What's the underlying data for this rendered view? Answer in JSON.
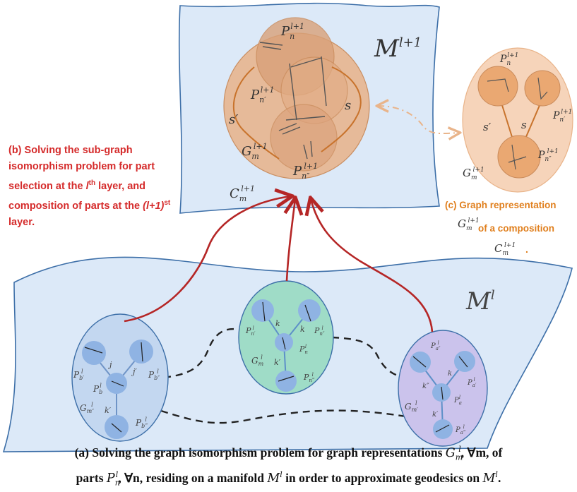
{
  "manifolds": {
    "upper": {
      "label_base": "M",
      "label_sup": "l+1"
    },
    "lower": {
      "label_base": "M",
      "label_sup": "l"
    }
  },
  "upper_graph": {
    "parts": [
      {
        "base": "P",
        "sub": "n",
        "sup": "l+1"
      },
      {
        "base": "P",
        "sub": "n′",
        "sup": "l+1"
      },
      {
        "base": "P",
        "sub": "n″",
        "sup": "l+1"
      }
    ],
    "edges": [
      "s′",
      "s"
    ],
    "graph_label": {
      "base": "G",
      "sub": "m",
      "sup": "l+1"
    },
    "composition_label": {
      "base": "C",
      "sub": "m",
      "sup": "l+1"
    }
  },
  "panel_c": {
    "parts": [
      {
        "base": "P",
        "sub": "n",
        "sup": "l+1"
      },
      {
        "base": "P",
        "sub": "n′",
        "sup": "l+1"
      },
      {
        "base": "P",
        "sub": "n″",
        "sup": "l+1"
      }
    ],
    "edges": [
      "s′",
      "s"
    ],
    "graph_label": {
      "base": "G",
      "sub": "m",
      "sup": "l+1"
    },
    "title_line1": "(c) Graph representation",
    "title_line2": "of a composition",
    "inline_graph": {
      "base": "G",
      "sub": "m",
      "sup": "l+1"
    },
    "inline_comp": {
      "base": "C",
      "sub": "m",
      "sup": "l+1"
    },
    "period": "."
  },
  "lower_graphs": [
    {
      "name": "blue",
      "nodes": [
        {
          "base": "P",
          "sub": "b′",
          "sup": "l"
        },
        {
          "base": "P",
          "sub": "b",
          "sup": "l"
        },
        {
          "base": "P",
          "sub": "b″",
          "sup": "l"
        },
        {
          "base": "P",
          "sub": "b‴",
          "sup": "l"
        }
      ],
      "edges": [
        "j",
        "j′",
        "k′"
      ],
      "graph_label": {
        "base": "G",
        "sub": "m″",
        "sup": "l"
      }
    },
    {
      "name": "green",
      "nodes": [
        {
          "base": "P",
          "sub": "n′",
          "sup": "l"
        },
        {
          "base": "P",
          "sub": "n″",
          "sup": "l"
        },
        {
          "base": "P",
          "sub": "n",
          "sup": "l"
        },
        {
          "base": "P",
          "sub": "n‴",
          "sup": "l"
        }
      ],
      "edges": [
        "k",
        "k",
        "k′"
      ],
      "graph_label": {
        "base": "G",
        "sub": "m",
        "sup": "l"
      }
    },
    {
      "name": "purple",
      "nodes": [
        {
          "base": "P",
          "sub": "a″",
          "sup": "l"
        },
        {
          "base": "P",
          "sub": "a′",
          "sup": "l"
        },
        {
          "base": "P",
          "sub": "a",
          "sup": "l"
        },
        {
          "base": "P",
          "sub": "a‴",
          "sup": "l"
        }
      ],
      "edges": [
        "k",
        "k″",
        "k′"
      ],
      "graph_label": {
        "base": "G",
        "sub": "m′",
        "sup": "l"
      }
    }
  ],
  "label_b": {
    "part1": "(b) Solving the sub-graph isomorphism problem for part selection at the",
    "sup1": "th",
    "mid": "layer, and composition of parts at the",
    "italic2": "(l+1)",
    "sup2": "st",
    "end": "layer.",
    "italic1": "l"
  },
  "caption": {
    "line1_a": "(a) Solving the graph isomorphism problem for graph representations",
    "line1_b": ", ∀m, of",
    "line2_a": "parts",
    "line2_b": ", ∀n, residing on a manifold",
    "line2_c": "in order to approximate geodesics on",
    "line2_d": ".",
    "g_sym": {
      "base": "G",
      "sub": "m",
      "sup": "l"
    },
    "p_sym": {
      "base": "P",
      "sub": "n",
      "sup": "l"
    },
    "m_sym": {
      "base": "M",
      "sup": "l"
    }
  },
  "colors": {
    "sheet_fill": "#dce9f8",
    "sheet_stroke": "#3d6fa8",
    "arrow": "#b52626",
    "orange_fill": "#e9b48a",
    "orange_stroke": "#c97a3d",
    "blue_node": "#8fb3e3",
    "green_fill": "#9fdcc7",
    "purple_fill": "#cbc3ec"
  }
}
